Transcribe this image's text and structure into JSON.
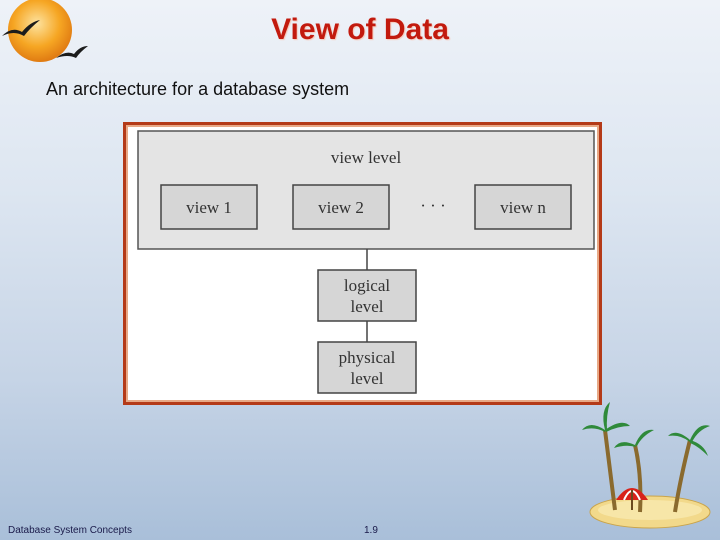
{
  "slide": {
    "title": "View of Data",
    "subtitle": "An architecture for a database system"
  },
  "diagram": {
    "view_level_label": "view level",
    "views": [
      "view 1",
      "view 2",
      "view n"
    ],
    "ellipsis": "· · ·",
    "logical_level": [
      "logical",
      "level"
    ],
    "physical_level": [
      "physical",
      "level"
    ]
  },
  "footer": {
    "left": "Database System Concepts",
    "page": "1.9"
  },
  "icons": {
    "logo": "sun-seagull-logo",
    "decoration": "palm-island-icon"
  },
  "colors": {
    "title": "#c21a0e",
    "frame": "#b43a18",
    "box_fill": "#d6d6d6"
  }
}
